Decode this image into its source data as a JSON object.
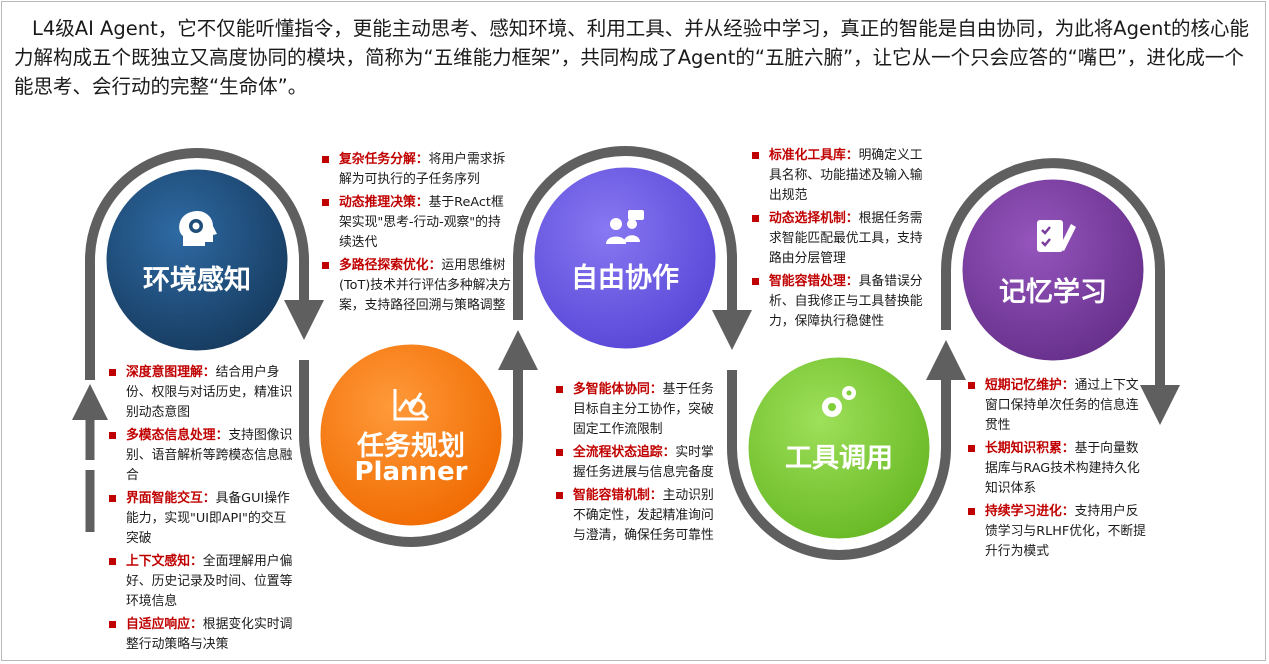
{
  "intro": "L4级AI Agent，它不仅能听懂指令，更能主动思考、感知环境、利用工具、并从经验中学习，真正的智能是自由协同，为此将Agent的核心能力解构成五个既独立又高度协同的模块，简称为“五维能力框架”，共同构成了Agent的“五脏六腑”，让它从一个只会应答的“嘴巴”，进化成一个能思考、会行动的完整“生命体”。",
  "colors": {
    "perception": "#1f4e79",
    "planner": "#ff7a14",
    "collab": "#6a5ae6",
    "tools": "#7fcf38",
    "memory": "#7a3f9e",
    "arrow": "#5f5f5f",
    "term": "#c00000"
  },
  "modules": {
    "perception": {
      "title": "环境感知",
      "icon": "head-gear-icon",
      "bullets": [
        {
          "term": "深度意图理解",
          "text": "结合用户身份、权限与对话历史，精准识别动态意图"
        },
        {
          "term": "多模态信息处理",
          "text": "支持图像识别、语音解析等跨模态信息融合"
        },
        {
          "term": "界面智能交互",
          "text": "具备GUI操作能力，实现\"UI即API\"的交互突破"
        },
        {
          "term": "上下文感知",
          "text": "全面理解用户偏好、历史记录及时间、位置等环境信息"
        },
        {
          "term": "自适应响应",
          "text": "根据变化实时调整行动策略与决策"
        }
      ]
    },
    "planner": {
      "title": "任务规划",
      "subtitle": "Planner",
      "icon": "chart-search-icon",
      "bullets": [
        {
          "term": "复杂任务分解",
          "text": "将用户需求拆解为可执行的子任务序列"
        },
        {
          "term": "动态推理决策",
          "text": "基于ReAct框架实现\"思考-行动-观察\"的持续迭代"
        },
        {
          "term": "多路径探索优化",
          "text": "运用思维树(ToT)技术并行评估多种解决方案，支持路径回溯与策略调整"
        }
      ]
    },
    "collab": {
      "title": "自由协作",
      "icon": "people-chat-icon",
      "bullets": [
        {
          "term": "多智能体协同",
          "text": "基于任务目标自主分工协作，突破固定工作流限制"
        },
        {
          "term": "全流程状态追踪",
          "text": "实时掌握任务进展与信息完备度"
        },
        {
          "term": "智能容错机制",
          "text": "主动识别不确定性，发起精准询问与澄清，确保任务可靠性"
        }
      ]
    },
    "tools": {
      "title": "工具调用",
      "icon": "gears-icon",
      "bullets": [
        {
          "term": "标准化工具库",
          "text": "明确定义工具名称、功能描述及输入输出规范"
        },
        {
          "term": "动态选择机制",
          "text": "根据任务需求智能匹配最优工具，支持路由分层管理"
        },
        {
          "term": "智能容错处理",
          "text": "具备错误分析、自我修正与工具替换能力，保障执行稳健性"
        }
      ]
    },
    "memory": {
      "title": "记忆学习",
      "icon": "notebook-pen-icon",
      "bullets": [
        {
          "term": "短期记忆维护",
          "text": "通过上下文窗口保持单次任务的信息连贯性"
        },
        {
          "term": "长期知识积累",
          "text": "基于向量数据库与RAG技术构建持久化知识体系"
        },
        {
          "term": "持续学习进化",
          "text": "支持用户反馈学习与RLHF优化，不断提升行为模式"
        }
      ]
    }
  }
}
